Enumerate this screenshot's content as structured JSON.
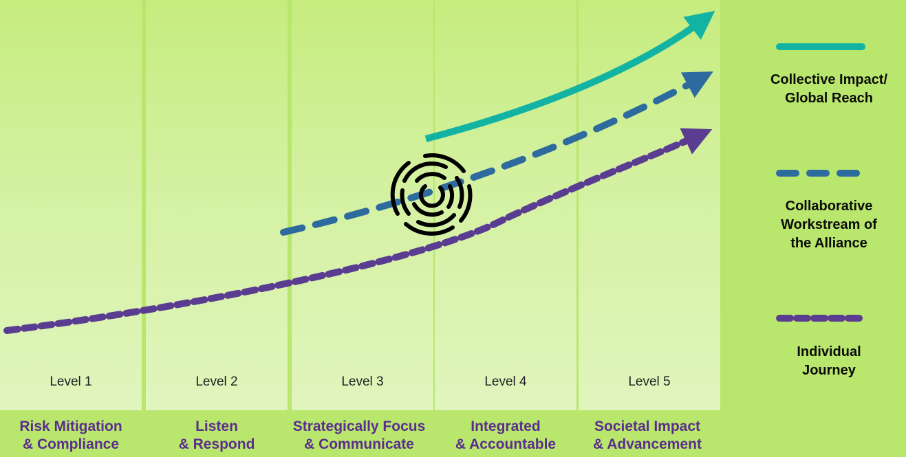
{
  "columns": [
    {
      "level": "Level 1",
      "stage": "Risk Mitigation\n& Compliance"
    },
    {
      "level": "Level 2",
      "stage": "Listen\n& Respond"
    },
    {
      "level": "Level 3",
      "stage": "Strategically Focus\n& Communicate"
    },
    {
      "level": "Level 4",
      "stage": "Integrated\n& Accountable"
    },
    {
      "level": "Level 5",
      "stage": "Societal Impact\n& Advancement"
    }
  ],
  "legend": [
    {
      "label": "Collective Impact/\nGlobal Reach",
      "color": "#13b3a4",
      "style": "solid"
    },
    {
      "label": "Collaborative\nWorkstream of\nthe Alliance",
      "color": "#2d6b9e",
      "style": "dashed"
    },
    {
      "label": "Individual\nJourney",
      "color": "#5a3d91",
      "style": "dotted"
    }
  ],
  "colors": {
    "background": "#b9e66c",
    "stage_text": "#5a2e8c"
  },
  "icon": "concentric-circle-logo-icon"
}
